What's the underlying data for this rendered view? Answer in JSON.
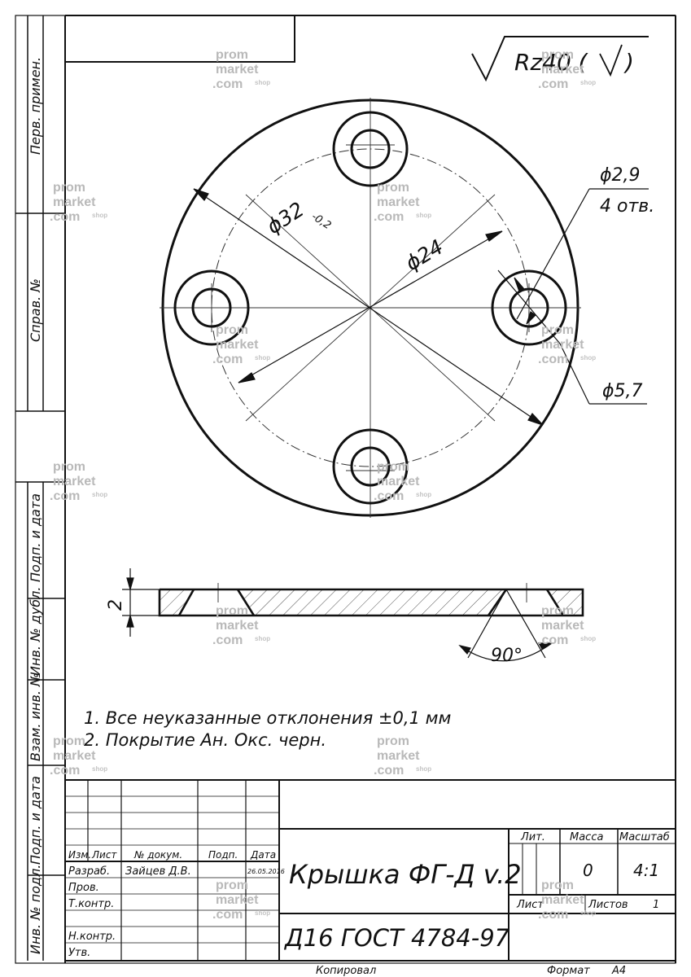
{
  "side_stamps": {
    "perv_primen": "Перв. примен.",
    "sprav_no": "Справ. №",
    "podp_data_1": "Подп. и дата",
    "inv_dubl": "Инв. № дубл.",
    "vzam_inv": "Взам. инв. №",
    "podp_data_2": "Подп. и дата",
    "inv_podl": "Инв. № подл."
  },
  "roughness": "Rz40 (",
  "dimensions": {
    "outer_diameter": "ϕ32",
    "outer_tolerance": "-0,2",
    "bolt_circle": "ϕ24",
    "hole_diameter": "ϕ2,9",
    "hole_count": "4 отв.",
    "counterbore": "ϕ5,7",
    "thickness": "2",
    "angle": "90°"
  },
  "notes": [
    "1.  Все неуказанные отклонения ±0,1 мм",
    "2.  Покрытие Ан. Окс. черн."
  ],
  "title_block": {
    "headers": {
      "izm": "Изм.",
      "list": "Лист",
      "doc_no": "№ докум.",
      "podp": "Подп.",
      "data": "Дата"
    },
    "rows": {
      "razrab": "Разраб.",
      "razrab_name": "Зайцев Д.В.",
      "razrab_date": "26.05.2016",
      "prov": "Пров.",
      "tkontr": "Т.контр.",
      "nkontr": "Н.контр.",
      "utv": "Утв."
    },
    "name": "Крышка ФГ-Д v.2",
    "material": "Д16  ГОСТ 4784-97",
    "lit": "Лит.",
    "massa": "Масса",
    "masshtab": "Масштаб",
    "massa_value": "0",
    "scale_value": "4:1",
    "list_label": "Лист",
    "listov_label": "Листов",
    "listov_value": "1"
  },
  "footer": {
    "kopiroval": "Копировал",
    "format_label": "Формат",
    "format_value": "А4"
  },
  "watermark": {
    "line1": "prom",
    "line2": "market",
    "line3": ".com",
    "shop": "shop"
  }
}
